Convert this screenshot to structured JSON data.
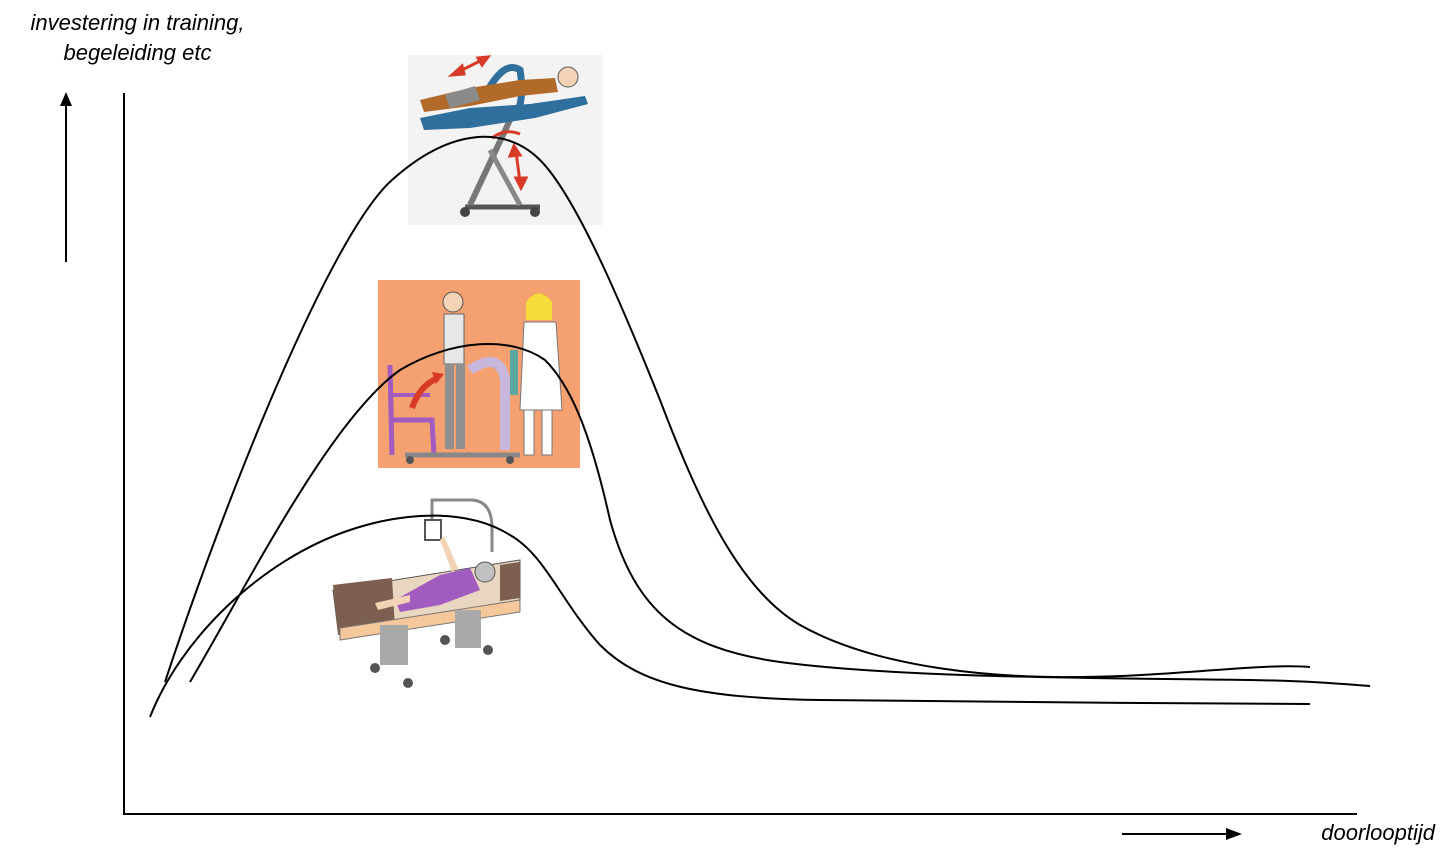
{
  "diagram": {
    "ylabel_line1": "investering in training,",
    "ylabel_line2": "begeleiding etc",
    "xlabel": "doorlooptijd",
    "curves": [
      {
        "illustration": "tilt-table-illustration",
        "relative_peak": "high"
      },
      {
        "illustration": "standing-lift-illustration",
        "relative_peak": "medium"
      },
      {
        "illustration": "ceiling-lift-bed-illustration",
        "relative_peak": "low"
      }
    ]
  },
  "colors": {
    "line": "#000000",
    "panel_orange": "#f4a070",
    "skin": "#f2d3b6",
    "tilt_blue": "#2f6f9e",
    "brown_clothes": "#b26a2a",
    "purple": "#a25cc0",
    "bed_brown": "#7c5f50",
    "bed_gray": "#a9a9a9",
    "arrow_red": "#d83a28"
  }
}
